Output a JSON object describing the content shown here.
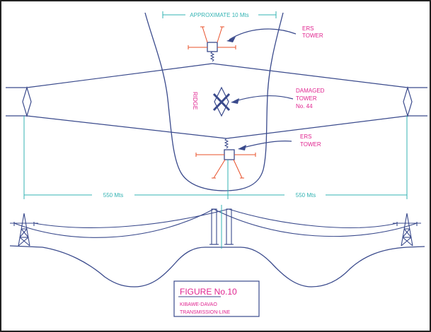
{
  "diagram": {
    "top_dimension": "APPROXIMATE 10 Mts",
    "ridge_label": "RIDGE",
    "ers_tower_upper": [
      "ERS",
      "TOWER"
    ],
    "ers_tower_lower": [
      "ERS",
      "TOWER"
    ],
    "damaged_tower": [
      "DAMAGED",
      "TOWER",
      "No. 44"
    ],
    "span_left": "550 Mts",
    "span_right": "550 Mts",
    "figure_title": "FIGURE No.10",
    "figure_subtitle": [
      "KIBAWE-DAVAO",
      "TRANSMISSION-LINE"
    ],
    "colors": {
      "line": "#3a4a8c",
      "dimension": "#33b3b3",
      "label": "#e0238f",
      "guy": "#e8502a",
      "border": "#222222"
    }
  }
}
